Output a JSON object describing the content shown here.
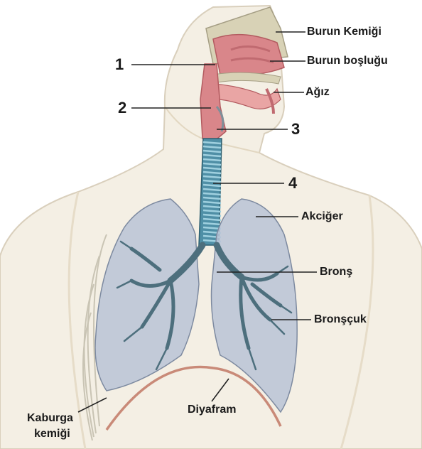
{
  "labels": {
    "burun_kemigi": "Burun Kemiği",
    "burun_boslugu": "Burun boşluğu",
    "agiz": "Ağız",
    "akciger": "Akciğer",
    "bronş": "Bronş",
    "bronscuk": "Bronşçuk",
    "diyafram": "Diyafram",
    "kaburga_line1": "Kaburga",
    "kaburga_line2": "kemiği"
  },
  "numbers": {
    "n1": "1",
    "n2": "2",
    "n3": "3",
    "n4": "4"
  },
  "colors": {
    "skin": "#f4efe4",
    "skin_shadow": "#e6dcc8",
    "nasal": "#d9868a",
    "bone": "#d8d2b6",
    "trachea": "#4f8fa6",
    "lung": "#b9c3d6",
    "bronchi": "#4d6f7d",
    "diaphragm": "#c98a78"
  }
}
